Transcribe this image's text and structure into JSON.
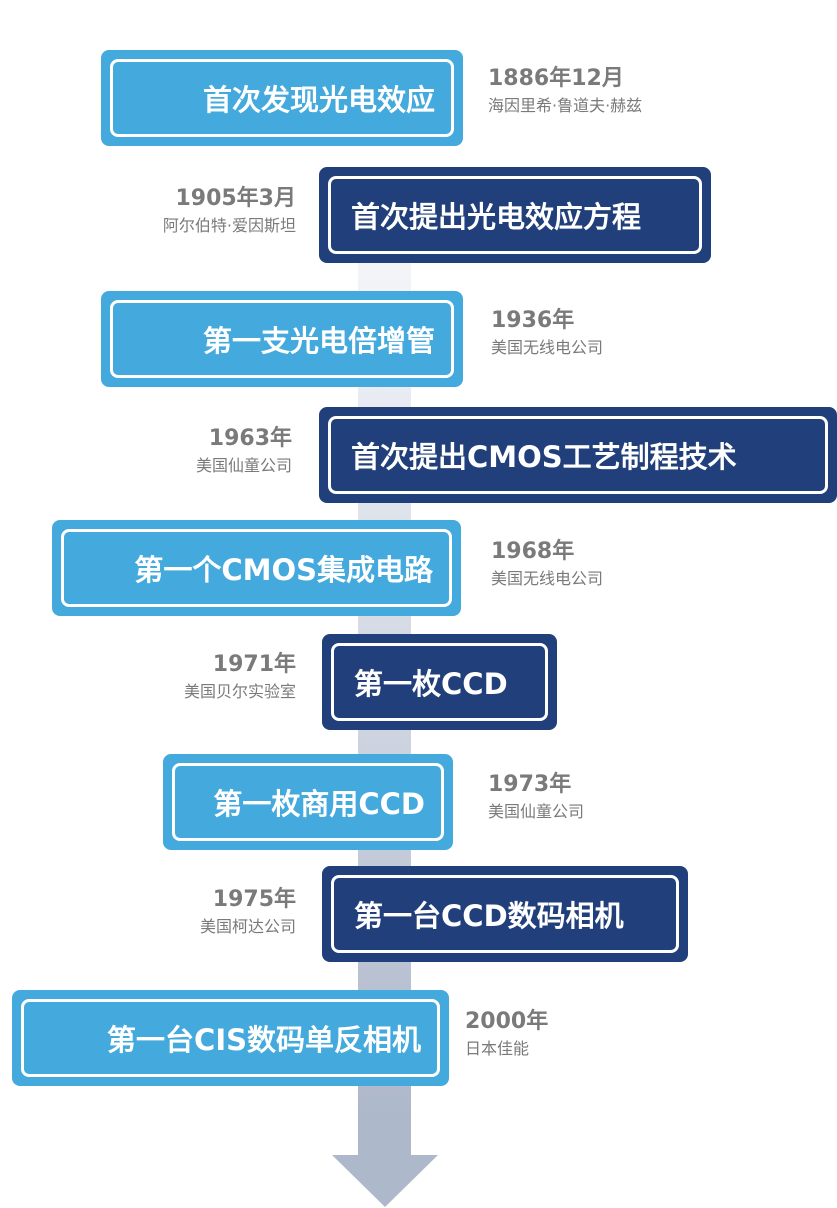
{
  "colors": {
    "light": "#44a9dc",
    "dark": "#213f7a",
    "arrow": "#aeb8cb",
    "label": "#7a7a7a"
  },
  "events": [
    {
      "title": "首次发现光电效应",
      "year": "1886年12月",
      "person": "海因里希·鲁道夫·赫兹"
    },
    {
      "title": "首次提出光电效应方程",
      "year": "1905年3月",
      "person": "阿尔伯特·爱因斯坦"
    },
    {
      "title": "第一支光电倍增管",
      "year": "1936年",
      "person": "美国无线电公司"
    },
    {
      "title": "首次提出CMOS工艺制程技术",
      "year": "1963年",
      "person": "美国仙童公司"
    },
    {
      "title": "第一个CMOS集成电路",
      "year": "1968年",
      "person": "美国无线电公司"
    },
    {
      "title": "第一枚CCD",
      "year": "1971年",
      "person": "美国贝尔实验室"
    },
    {
      "title": "第一枚商用CCD",
      "year": "1973年",
      "person": "美国仙童公司"
    },
    {
      "title": "第一台CCD数码相机",
      "year": "1975年",
      "person": "美国柯达公司"
    },
    {
      "title": "第一台CIS数码单反相机",
      "year": "2000年",
      "person": "日本佳能"
    }
  ]
}
